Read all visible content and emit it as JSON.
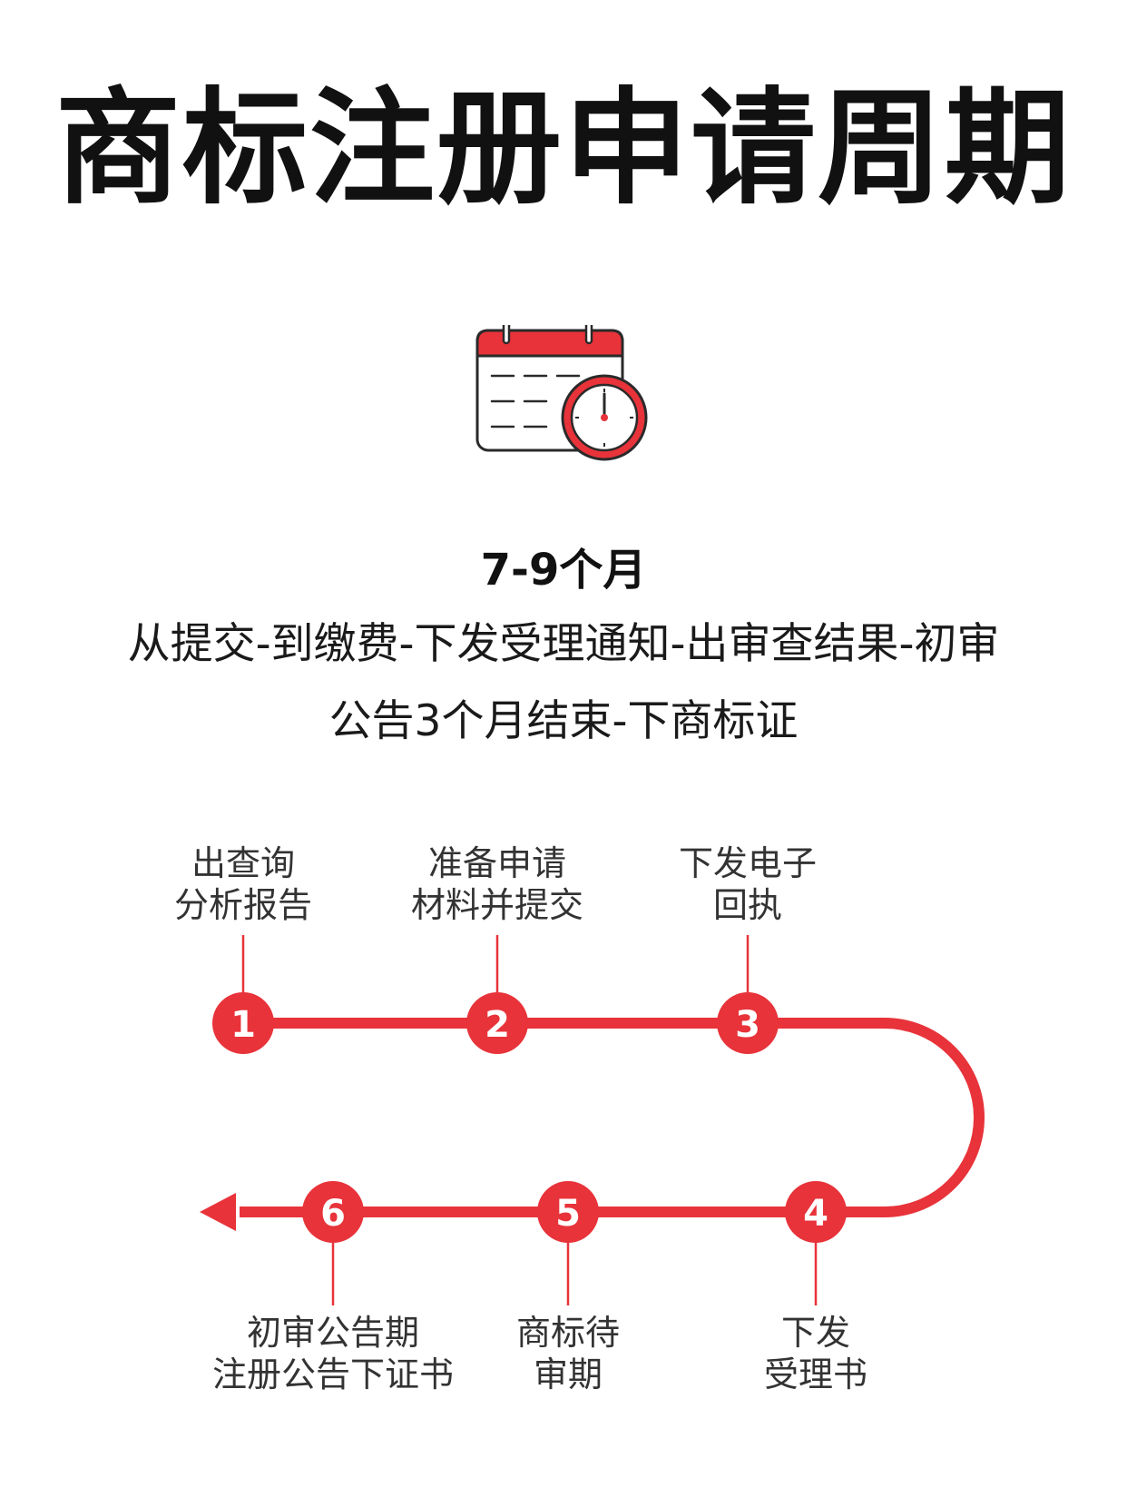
{
  "title": "商标注册申请周期",
  "duration": "7-9个月",
  "description": {
    "line1": "从提交-到缴费-下发受理通知-出审查结果-初审",
    "line2": "公告3个月结束-下商标证"
  },
  "colors": {
    "accent": "#e8333a",
    "text": "#111111"
  },
  "icons": {
    "calendar": "calendar-clock-icon",
    "arrow": "arrow-left-icon"
  },
  "steps": [
    {
      "number": "1",
      "label_line1": "出查询",
      "label_line2": "分析报告"
    },
    {
      "number": "2",
      "label_line1": "准备申请",
      "label_line2": "材料并提交"
    },
    {
      "number": "3",
      "label_line1": "下发电子",
      "label_line2": "回执"
    },
    {
      "number": "4",
      "label_line1": "下发",
      "label_line2": "受理书"
    },
    {
      "number": "5",
      "label_line1": "商标待",
      "label_line2": "审期"
    },
    {
      "number": "6",
      "label_line1": "初审公告期",
      "label_line2": "注册公告下证书"
    }
  ]
}
